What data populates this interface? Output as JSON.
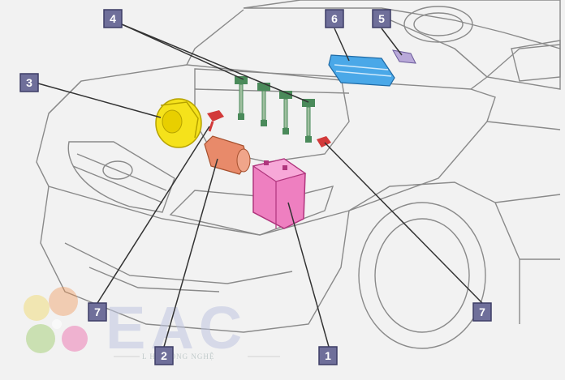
{
  "callouts": [
    {
      "id": "c4",
      "label": "4"
    },
    {
      "id": "c6",
      "label": "6"
    },
    {
      "id": "c5",
      "label": "5"
    },
    {
      "id": "c3",
      "label": "3"
    },
    {
      "id": "c7a",
      "label": "7"
    },
    {
      "id": "c7b",
      "label": "7"
    },
    {
      "id": "c2",
      "label": "2"
    },
    {
      "id": "c1",
      "label": "1"
    }
  ],
  "watermark": {
    "brand": "EAC",
    "tagline": "L    HỦ CÔNG NGHỆ"
  },
  "colors": {
    "battery": "#ee7fc0",
    "alternator": "#f5e21b",
    "starter": "#e88a6a",
    "ecu": "#4aa8e8",
    "sensor": "#d23a3a",
    "coil": "#4a8a5a",
    "callout": "#6f6f9a"
  }
}
